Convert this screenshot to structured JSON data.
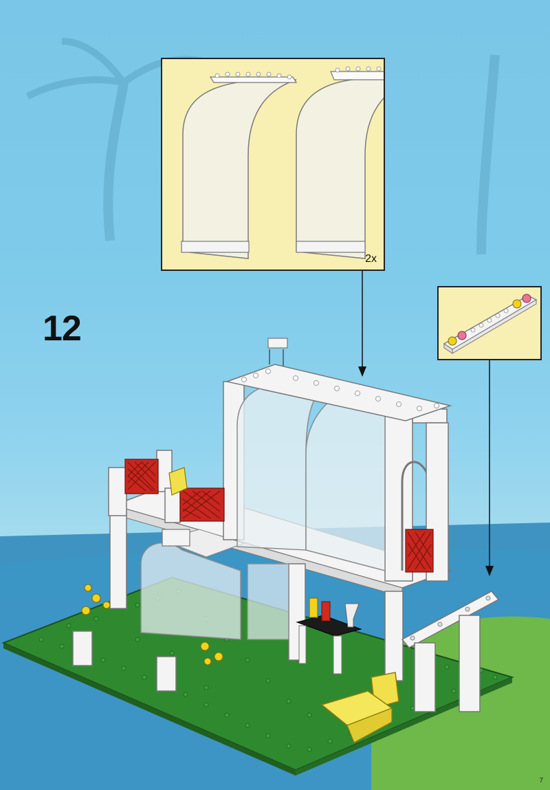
{
  "step": {
    "number": "12"
  },
  "parts_callout": {
    "multiplier": "2x"
  },
  "footer": {
    "page_number": "7"
  },
  "colors": {
    "sky": "#7fcbea",
    "baseplate": "#2f8a2f",
    "callout_background": "#f8efb3",
    "railing": "#c8261e",
    "chair": "#f2e04a",
    "flower": "#f2d21b",
    "brick_white": "#f4f4f4"
  },
  "icons": [
    "down-arrow-icon"
  ]
}
